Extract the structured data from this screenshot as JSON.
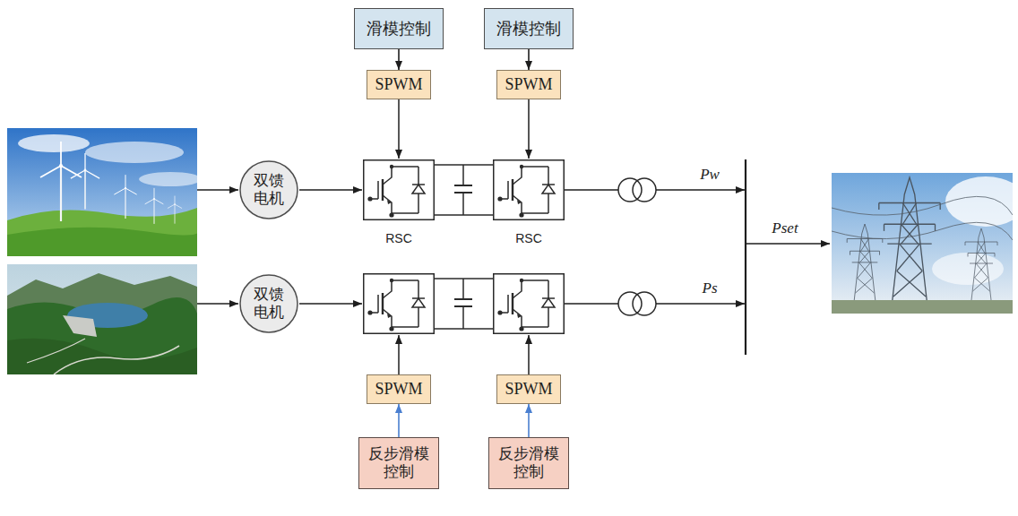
{
  "diagram": {
    "nodes": [
      {
        "text": [
          "滑模控制"
        ]
      },
      {
        "text": [
          "滑模控制"
        ]
      },
      {
        "text": [
          "SPWM"
        ]
      },
      {
        "text": [
          "SPWM"
        ]
      },
      {
        "text": [
          "双馈电机"
        ]
      },
      {
        "text": [
          "双馈电机"
        ]
      },
      {
        "text": [
          "SPWM"
        ]
      },
      {
        "text": [
          "SPWM"
        ]
      },
      {
        "text": [
          "反步滑模控制"
        ]
      },
      {
        "text": [
          "反步滑模控制"
        ]
      }
    ],
    "edges": [
      {
        "from": 0,
        "to": 2,
        "arrow": "to"
      },
      {
        "from": 1,
        "to": 3,
        "arrow": "to"
      },
      {
        "from": 8,
        "to": 6,
        "arrow": "to"
      },
      {
        "from": 9,
        "to": 7,
        "arrow": "to"
      }
    ],
    "labels": [
      "RSC",
      "RSC",
      "Pw",
      "Pset",
      "Ps"
    ]
  }
}
